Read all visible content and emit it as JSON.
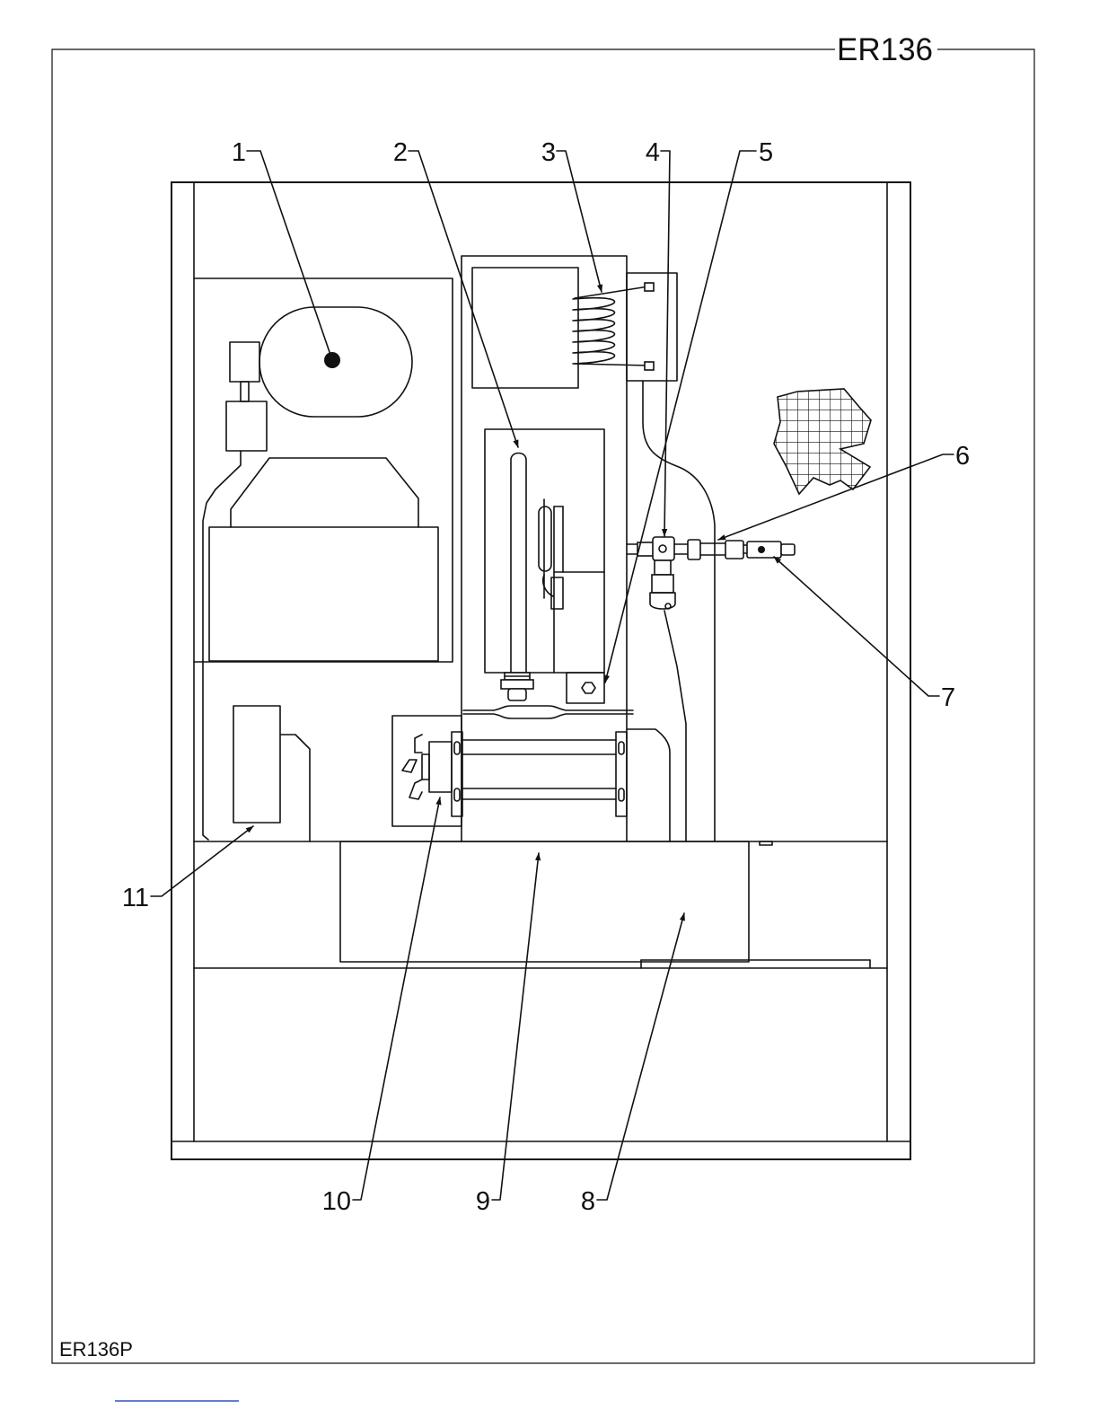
{
  "drawing": {
    "title": "ER136",
    "reference": "ER136P"
  },
  "callouts": [
    {
      "id": "1",
      "label": "1"
    },
    {
      "id": "2",
      "label": "2"
    },
    {
      "id": "3",
      "label": "3"
    },
    {
      "id": "4",
      "label": "4"
    },
    {
      "id": "5",
      "label": "5"
    },
    {
      "id": "6",
      "label": "6"
    },
    {
      "id": "7",
      "label": "7"
    },
    {
      "id": "8",
      "label": "8"
    },
    {
      "id": "9",
      "label": "9"
    },
    {
      "id": "10",
      "label": "10"
    },
    {
      "id": "11",
      "label": "11"
    }
  ],
  "colors": {
    "line": "#111111",
    "background": "#ffffff",
    "footer_rule": "#3050c8"
  }
}
